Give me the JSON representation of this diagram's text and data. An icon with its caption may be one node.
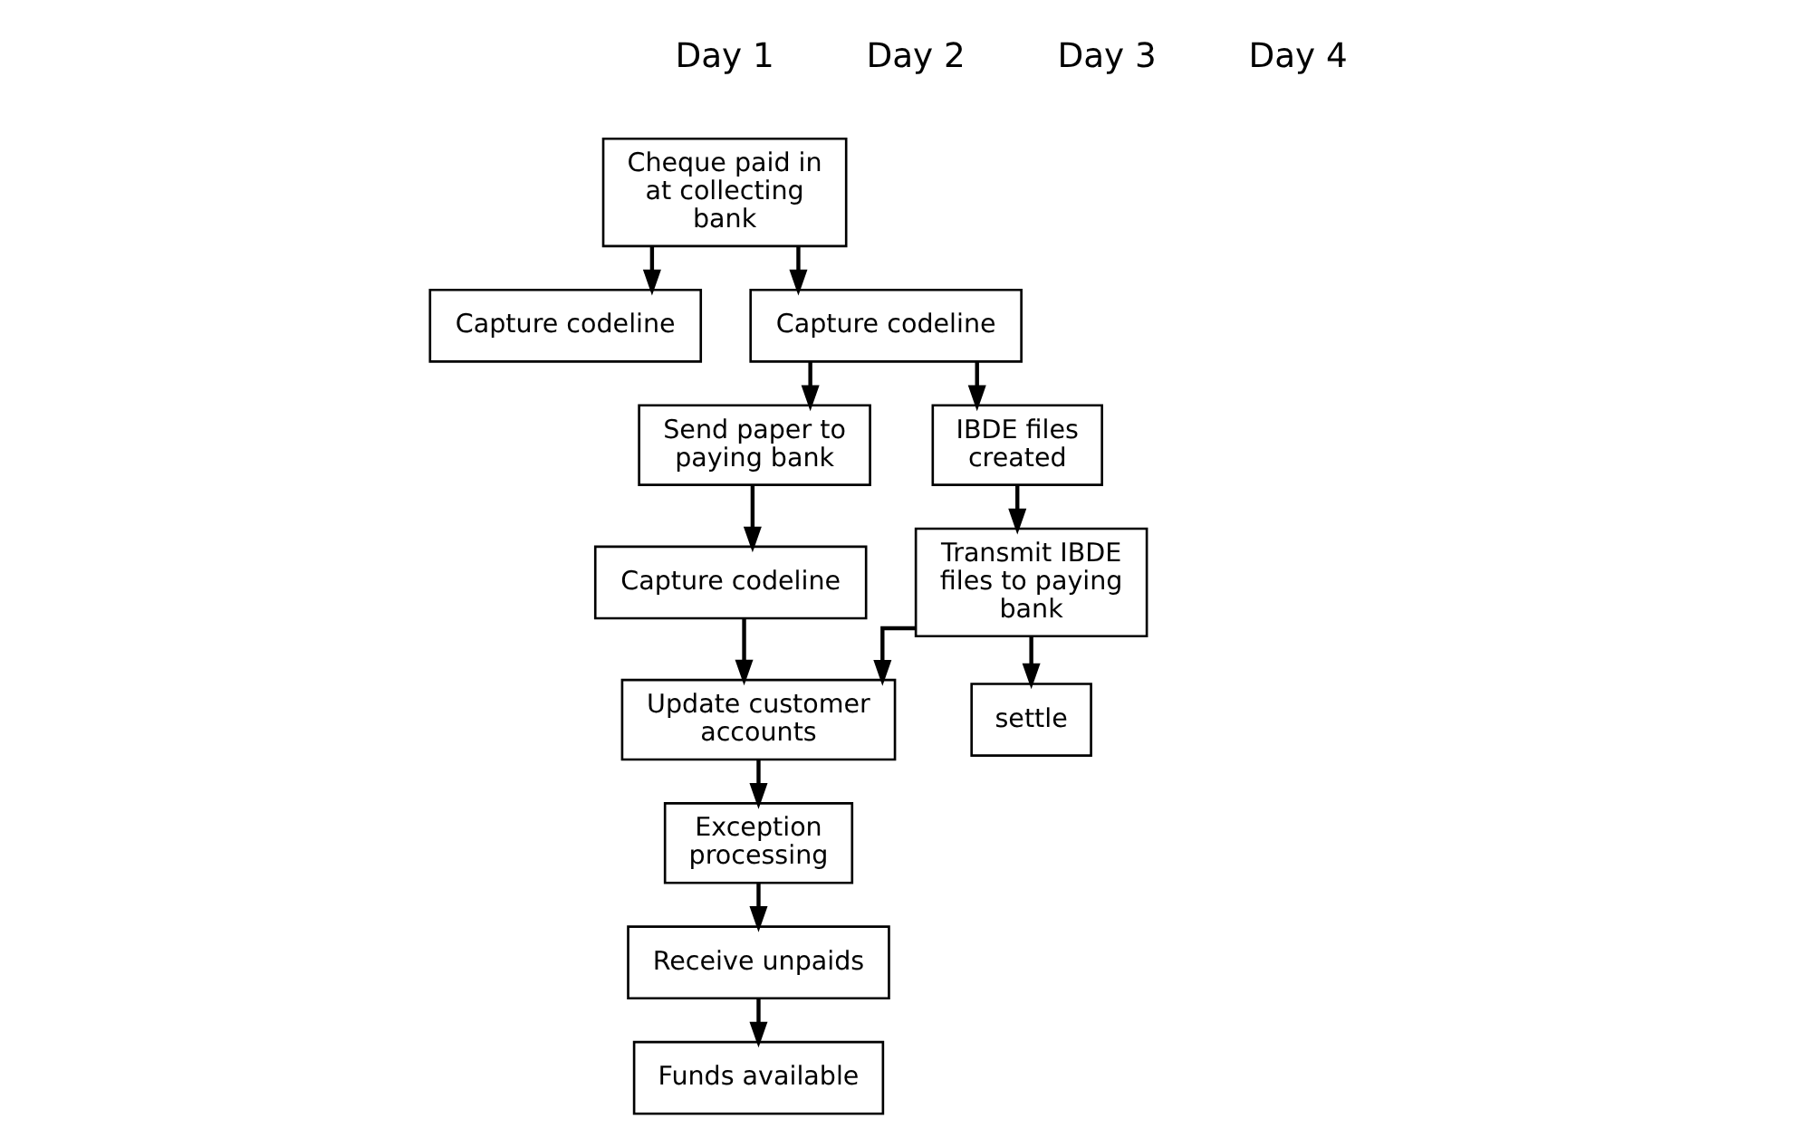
{
  "diagram": {
    "nodes": [
      {
        "text": [
          "Cheque paid in at collecting bank"
        ]
      },
      {
        "text": [
          "Capture codeline"
        ]
      },
      {
        "text": [
          "Capture codeline"
        ]
      },
      {
        "text": [
          "Send paper to paying bank"
        ]
      },
      {
        "text": [
          "Capture codeline"
        ]
      },
      {
        "text": [
          "IBDE files created"
        ]
      },
      {
        "text": [
          "Transmit IBDE files to paying bank"
        ]
      },
      {
        "text": [
          "settle"
        ]
      },
      {
        "text": [
          "Update customer accounts"
        ]
      },
      {
        "text": [
          "Exception processing"
        ]
      },
      {
        "text": [
          "Receive unpaids"
        ]
      },
      {
        "text": [
          "Funds available"
        ]
      }
    ],
    "edges": [
      {
        "from": 0,
        "to": 2,
        "arrow": "to"
      },
      {
        "from": 0,
        "to": 1,
        "arrow": "to"
      },
      {
        "from": 2,
        "to": 3,
        "arrow": "to"
      },
      {
        "from": 2,
        "to": 5,
        "arrow": "to"
      },
      {
        "from": 3,
        "to": 4,
        "arrow": "to"
      },
      {
        "from": 4,
        "to": 8,
        "arrow": "to"
      },
      {
        "from": 5,
        "to": 6,
        "arrow": "to"
      },
      {
        "from": 6,
        "to": 7,
        "arrow": "to"
      },
      {
        "from": 6,
        "to": 8,
        "arrow": "to"
      },
      {
        "from": 8,
        "to": 9,
        "arrow": "to"
      },
      {
        "from": 9,
        "to": 10,
        "arrow": "to"
      },
      {
        "from": 10,
        "to": 11,
        "arrow": "to"
      }
    ],
    "labels": [
      "Day 1",
      "Day 2",
      "Day 3",
      "Day 4"
    ]
  }
}
